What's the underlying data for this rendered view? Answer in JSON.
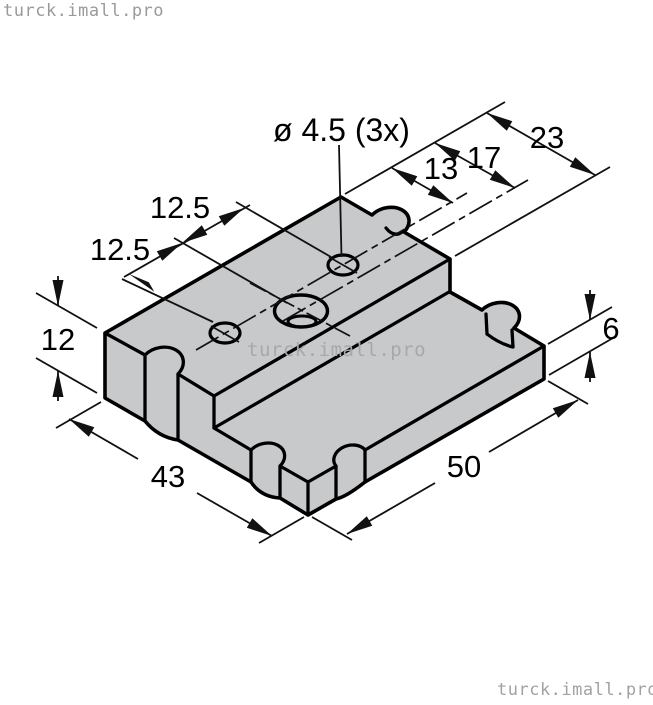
{
  "watermarks": {
    "top_left": "turck.imall.pro",
    "center": "turck.imall.pro",
    "bottom_right": "turck.imall.pro"
  },
  "callout": {
    "hole_spec": "ø 4.5 (3x)"
  },
  "dimensions": {
    "raised_width": "23",
    "big_hole_offset": "17",
    "hole_line_offset": "13",
    "hole_spacing_a": "12.5",
    "hole_spacing_b": "12.5",
    "total_height": "12",
    "base_height": "6",
    "depth": "43",
    "length": "50"
  },
  "colors": {
    "part_fill": "#c8c9cb",
    "edge": "#000000",
    "dimension_line": "#111111",
    "watermark_gray": "#9a9a9a"
  }
}
